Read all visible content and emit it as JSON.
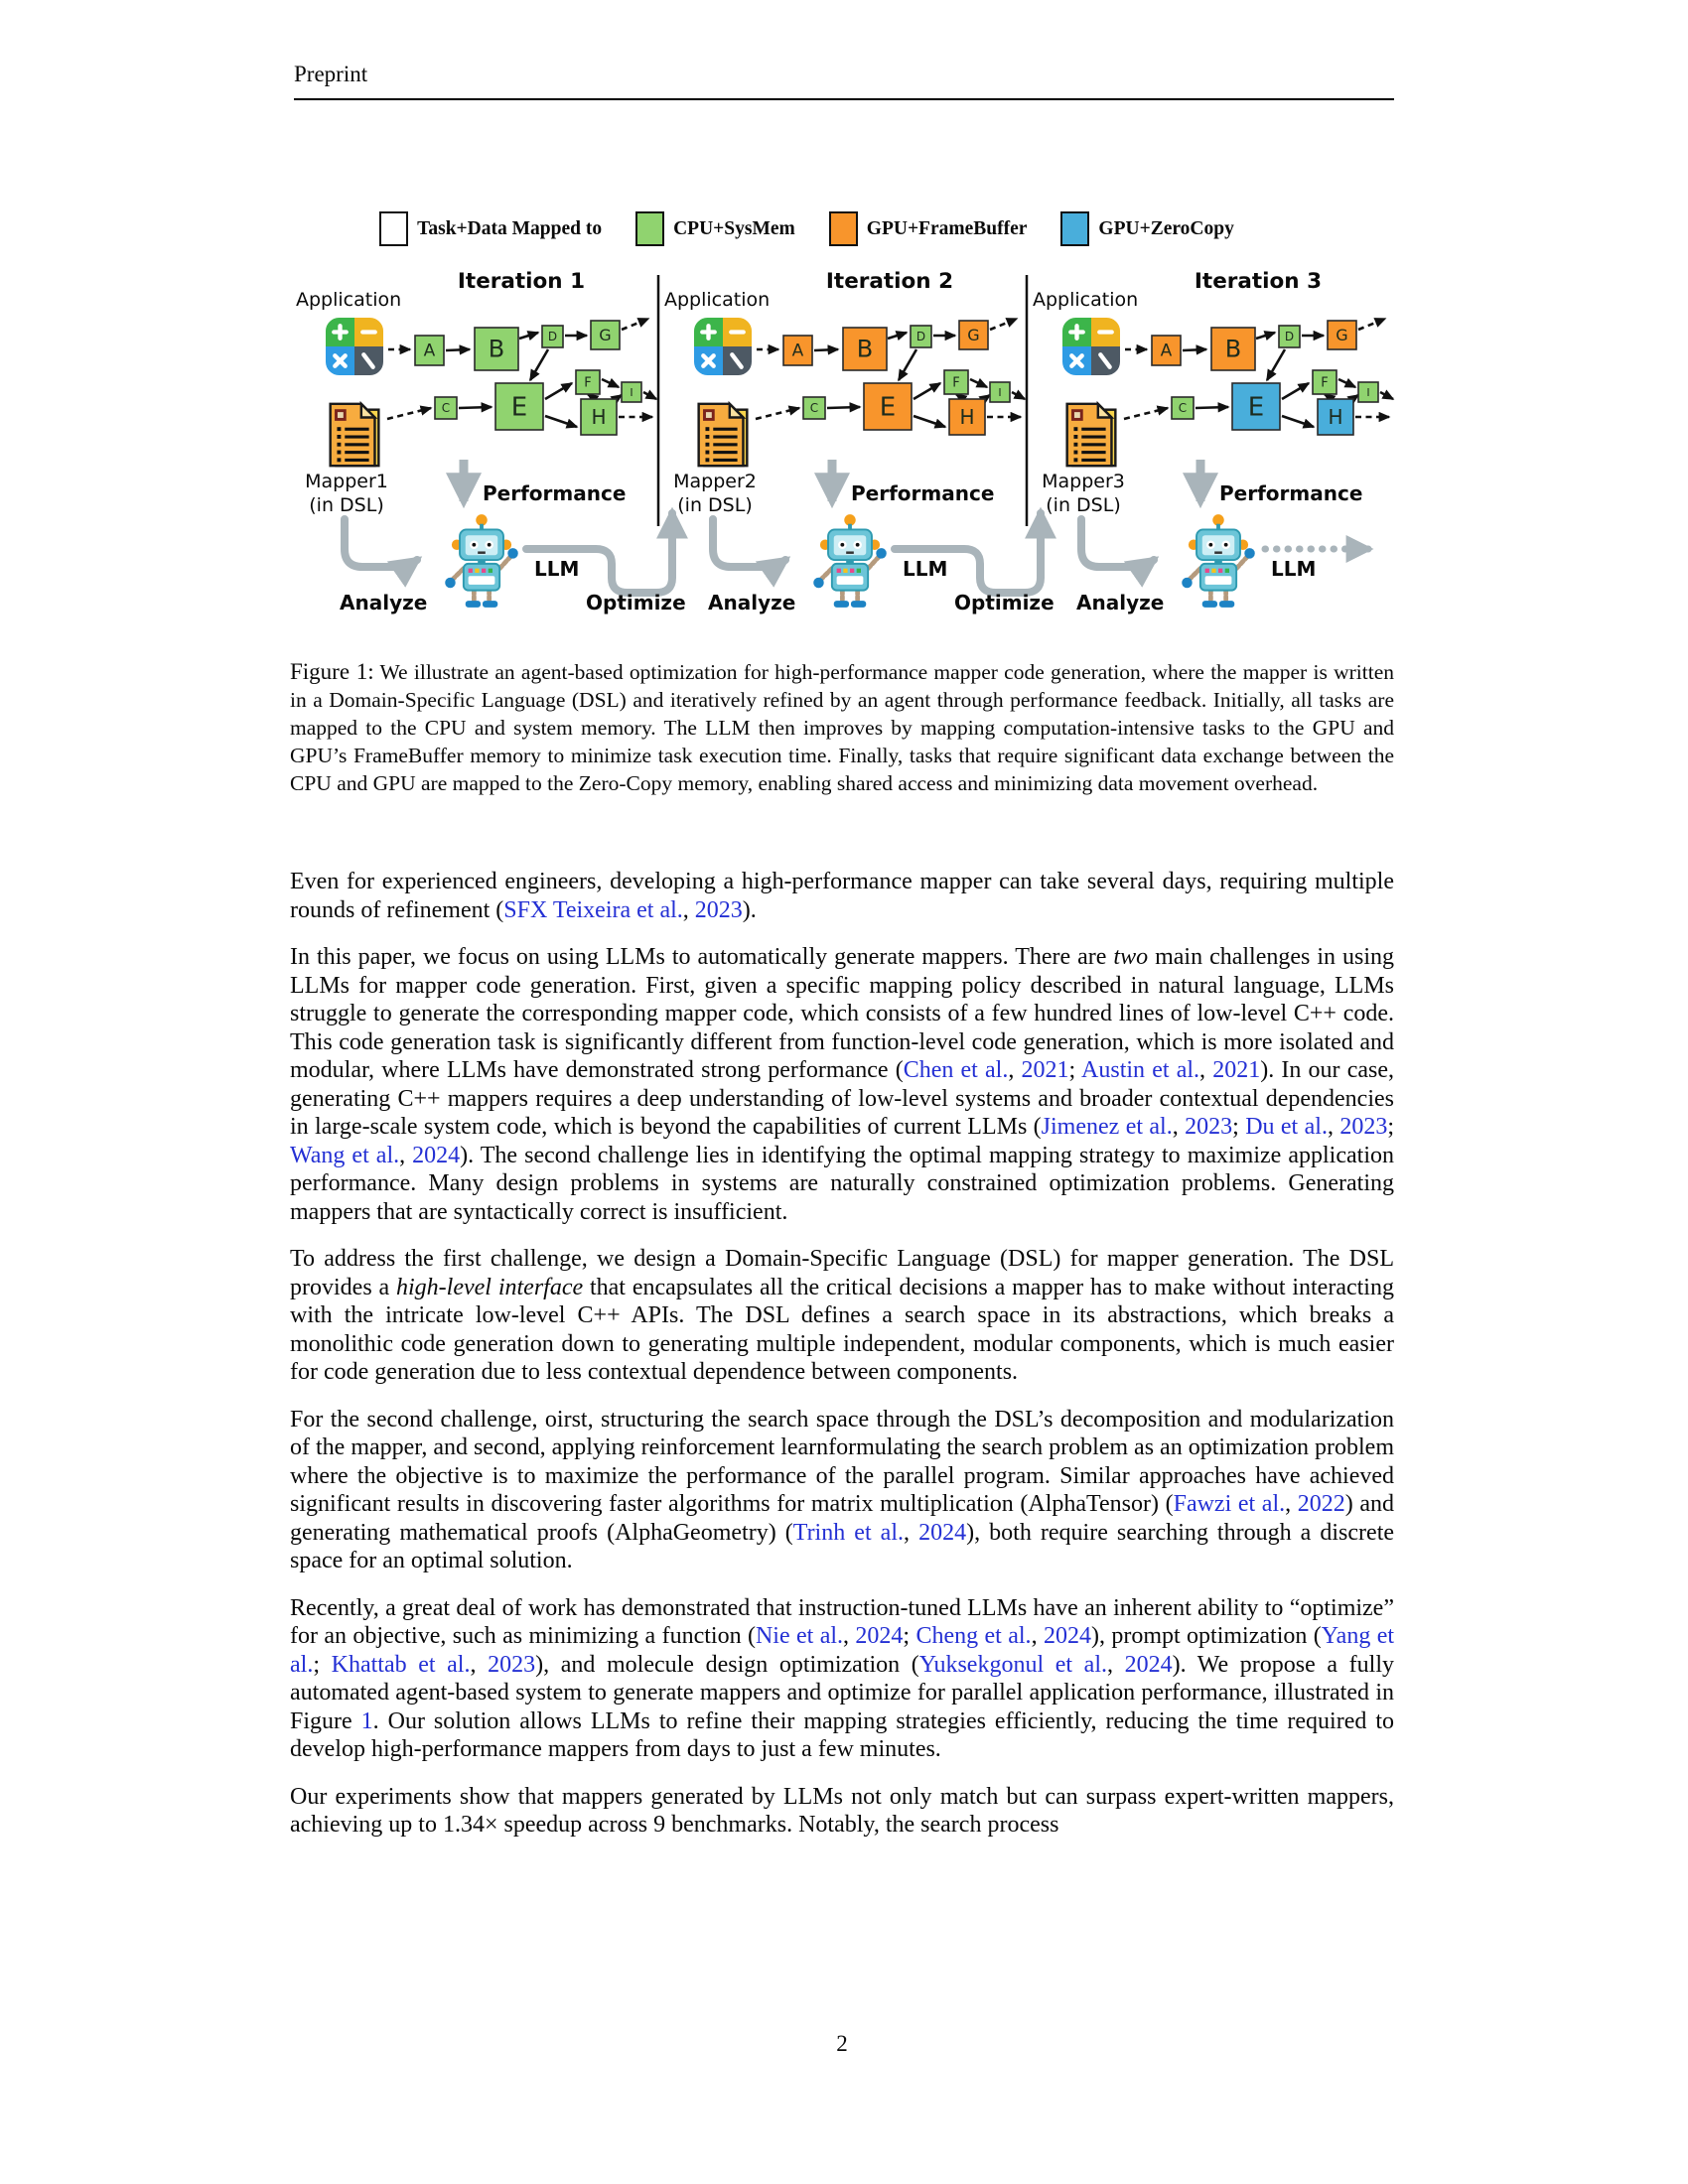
{
  "page": {
    "header": "Preprint",
    "page_number": "2"
  },
  "figure": {
    "legend": [
      {
        "label": "Task+Data Mapped to",
        "color": "#ffffff"
      },
      {
        "label": "CPU+SysMem",
        "color": "#90d36f"
      },
      {
        "label": "GPU+FrameBuffer",
        "color": "#f8952c"
      },
      {
        "label": "GPU+ZeroCopy",
        "color": "#49aedb"
      }
    ],
    "colors": {
      "cpu": "#90d36f",
      "gpu_fb": "#f8952c",
      "gpu_zc": "#49aedb"
    },
    "node_labels": [
      "A",
      "B",
      "C",
      "D",
      "E",
      "F",
      "G",
      "H",
      "I"
    ],
    "iterations": [
      {
        "title": "Iteration 1",
        "app_label": "Application",
        "mapper_label": "Mapper1",
        "mapper_sub": "(in DSL)",
        "performance_label": "Performance",
        "llm_label": "LLM",
        "analyze_label": "Analyze",
        "optimize_label": "Optimize",
        "node_colors": {
          "A": "cpu",
          "B": "cpu",
          "C": "cpu",
          "D": "cpu",
          "E": "cpu",
          "F": "cpu",
          "G": "cpu",
          "H": "cpu",
          "I": "cpu"
        }
      },
      {
        "title": "Iteration 2",
        "app_label": "Application",
        "mapper_label": "Mapper2",
        "mapper_sub": "(in DSL)",
        "performance_label": "Performance",
        "llm_label": "LLM",
        "analyze_label": "Analyze",
        "optimize_label": "Optimize",
        "node_colors": {
          "A": "gpu_fb",
          "B": "gpu_fb",
          "C": "cpu",
          "D": "cpu",
          "E": "gpu_fb",
          "F": "cpu",
          "G": "gpu_fb",
          "H": "gpu_fb",
          "I": "cpu"
        }
      },
      {
        "title": "Iteration 3",
        "app_label": "Application",
        "mapper_label": "Mapper3",
        "mapper_sub": "(in DSL)",
        "performance_label": "Performance",
        "llm_label": "LLM",
        "analyze_label": "Analyze",
        "node_colors": {
          "A": "gpu_fb",
          "B": "gpu_fb",
          "C": "cpu",
          "D": "cpu",
          "E": "gpu_zc",
          "F": "cpu",
          "G": "gpu_fb",
          "H": "gpu_zc",
          "I": "cpu"
        }
      }
    ]
  },
  "caption": {
    "label": "Figure 1:",
    "text": "We illustrate an agent-based optimization for high-performance mapper code generation, where the mapper is written in a Domain-Specific Language (DSL) and iteratively refined by an agent through performance feedback. Initially, all tasks are mapped to the CPU and system memory. The LLM then improves by mapping computation-intensive tasks to the GPU and GPU’s FrameBuffer memory to minimize task execution time. Finally, tasks that require significant data exchange between the CPU and GPU are mapped to the Zero-Copy memory, enabling shared access and minimizing data movement overhead."
  },
  "paragraphs": [
    [
      {
        "t": "Even for experienced engineers, developing a high-performance mapper can take several days, requiring multiple rounds of refinement ("
      },
      {
        "t": "SFX Teixeira et al.",
        "s": "l"
      },
      {
        "t": ", "
      },
      {
        "t": "2023",
        "s": "l"
      },
      {
        "t": ")."
      }
    ],
    [
      {
        "t": "In this paper, we focus on using LLMs to automatically generate mappers. There are "
      },
      {
        "t": "two",
        "s": "i"
      },
      {
        "t": " main challenges in using LLMs for mapper code generation. First, given a specific mapping policy described in natural language, LLMs struggle to generate the corresponding mapper code, which consists of a few hundred lines of low-level C++ code. This code generation task is significantly different from function-level code generation, which is more isolated and modular, where LLMs have demonstrated strong performance ("
      },
      {
        "t": "Chen et al.",
        "s": "l"
      },
      {
        "t": ", "
      },
      {
        "t": "2021",
        "s": "l"
      },
      {
        "t": "; "
      },
      {
        "t": "Austin et al.",
        "s": "l"
      },
      {
        "t": ", "
      },
      {
        "t": "2021",
        "s": "l"
      },
      {
        "t": "). In our case, generating C++ mappers requires a deep understanding of low-level systems and broader contextual dependencies in large-scale system code, which is beyond the capabilities of current LLMs ("
      },
      {
        "t": "Jimenez et al.",
        "s": "l"
      },
      {
        "t": ", "
      },
      {
        "t": "2023",
        "s": "l"
      },
      {
        "t": "; "
      },
      {
        "t": "Du et al.",
        "s": "l"
      },
      {
        "t": ", "
      },
      {
        "t": "2023",
        "s": "l"
      },
      {
        "t": "; "
      },
      {
        "t": "Wang et al.",
        "s": "l"
      },
      {
        "t": ", "
      },
      {
        "t": "2024",
        "s": "l"
      },
      {
        "t": "). The second challenge lies in identifying the optimal mapping strategy to maximize application performance. Many design problems in systems are naturally constrained optimization problems. Generating mappers that are syntactically correct is insufficient."
      }
    ],
    [
      {
        "t": "To address the first challenge, we design a Domain-Specific Language (DSL) for mapper generation. The DSL provides a "
      },
      {
        "t": "high-level interface",
        "s": "i"
      },
      {
        "t": " that encapsulates all the critical decisions a mapper has to make without interacting with the intricate low-level C++ APIs. The DSL defines a search space in its abstractions, which breaks a monolithic code generation down to generating multiple independent, modular components, which is much easier for code generation due to less contextual dependence between components."
      }
    ],
    [
      {
        "t": "For the second challenge, oirst, structuring the search space through the DSL’s decomposition and modularization of the mapper, and second, applying reinforcement learnformulating the search problem as an optimization problem where the objective is to maximize the performance of the parallel program. Similar approaches have achieved significant results in discovering faster algorithms for matrix multiplication (AlphaTensor) ("
      },
      {
        "t": "Fawzi et al.",
        "s": "l"
      },
      {
        "t": ", "
      },
      {
        "t": "2022",
        "s": "l"
      },
      {
        "t": ") and generating mathematical proofs (AlphaGeometry) ("
      },
      {
        "t": "Trinh et al.",
        "s": "l"
      },
      {
        "t": ", "
      },
      {
        "t": "2024",
        "s": "l"
      },
      {
        "t": "), both require searching through a discrete space for an optimal solution."
      }
    ],
    [
      {
        "t": "Recently, a great deal of work has demonstrated that instruction-tuned LLMs have an inherent ability to “optimize” for an objective, such as minimizing a function ("
      },
      {
        "t": "Nie et al.",
        "s": "l"
      },
      {
        "t": ", "
      },
      {
        "t": "2024",
        "s": "l"
      },
      {
        "t": "; "
      },
      {
        "t": "Cheng et al.",
        "s": "l"
      },
      {
        "t": ", "
      },
      {
        "t": "2024",
        "s": "l"
      },
      {
        "t": "), prompt optimization ("
      },
      {
        "t": "Yang et al.",
        "s": "l"
      },
      {
        "t": "; "
      },
      {
        "t": "Khattab et al.",
        "s": "l"
      },
      {
        "t": ", "
      },
      {
        "t": "2023",
        "s": "l"
      },
      {
        "t": "), and molecule design optimization ("
      },
      {
        "t": "Yuksekgonul et al.",
        "s": "l"
      },
      {
        "t": ", "
      },
      {
        "t": "2024",
        "s": "l"
      },
      {
        "t": "). We propose a fully automated agent-based system to generate mappers and optimize for parallel application performance, illustrated in Figure "
      },
      {
        "t": "1",
        "s": "l"
      },
      {
        "t": ". Our solution allows LLMs to refine their mapping strategies efficiently, reducing the time required to develop high-performance mappers from days to just a few minutes."
      }
    ],
    [
      {
        "t": "Our experiments show that mappers generated by LLMs not only match but can surpass expert-written mappers, achieving up to 1.34× speedup across 9 benchmarks. Notably, the search process"
      }
    ]
  ]
}
